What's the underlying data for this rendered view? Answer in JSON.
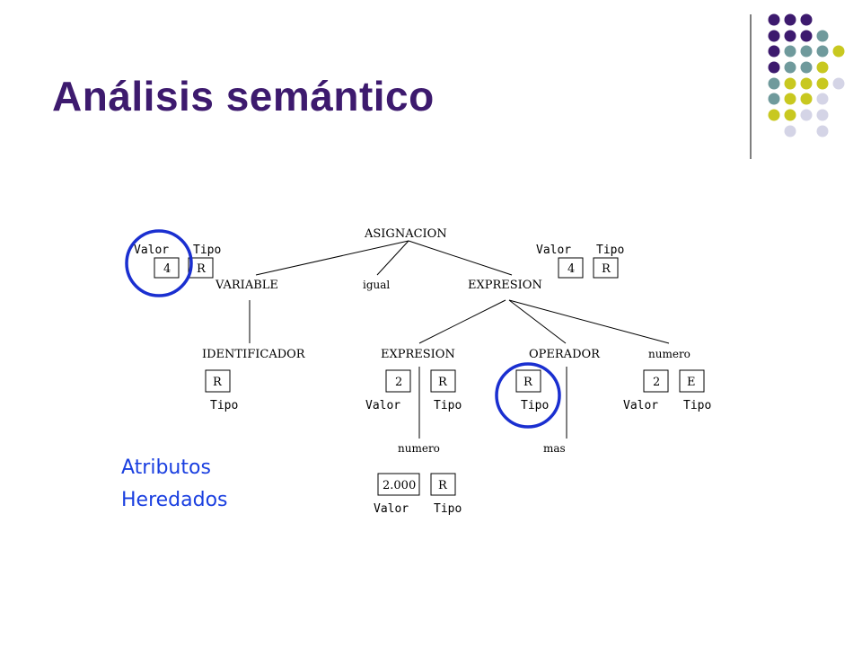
{
  "slide": {
    "title": "Análisis semántico",
    "legend_line1": "Atributos",
    "legend_line2": "Heredados"
  },
  "decoration": {
    "dot_colors": {
      "purple": "#3d1a6e",
      "teal": "#6f9a9c",
      "yellow": "#c8c820",
      "lavender": "#d4d4e6"
    }
  },
  "tree": {
    "asignacion": "ASIGNACION",
    "variable": "VARIABLE",
    "igual": "igual",
    "expresion": "EXPRESION",
    "identificador": "IDENTIFICADOR",
    "expresion_child": "EXPRESION",
    "operador": "OPERADOR",
    "numero_top": "numero",
    "numero_leaf": "numero",
    "mas": "mas"
  },
  "attributes": {
    "variable_attrs": {
      "valor_label": "Valor",
      "tipo_label": "Tipo",
      "valor": "4",
      "tipo": "R"
    },
    "expresion_attrs": {
      "valor_label": "Valor",
      "tipo_label": "Tipo",
      "valor": "4",
      "tipo": "R"
    },
    "identificador_attrs": {
      "tipo": "R",
      "tipo_label": "Tipo"
    },
    "expresion_child_attrs": {
      "valor": "2",
      "tipo": "R",
      "valor_label": "Valor",
      "tipo_label": "Tipo"
    },
    "operador_attrs": {
      "tipo": "R",
      "tipo_label": "Tipo"
    },
    "numero_top_attrs": {
      "valor": "2",
      "tipo": "E",
      "valor_label": "Valor",
      "tipo_label": "Tipo"
    },
    "numero_leaf_attrs": {
      "valor": "2.000",
      "tipo": "R",
      "valor_label": "Valor",
      "tipo_label": "Tipo"
    }
  },
  "highlight_color": "#1a2fd0"
}
